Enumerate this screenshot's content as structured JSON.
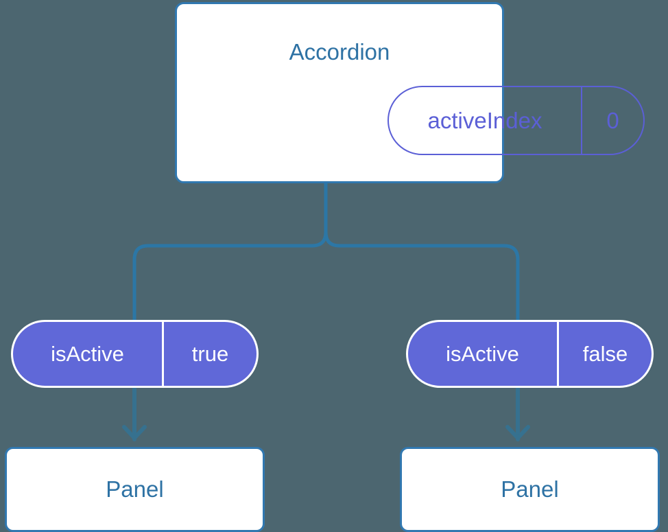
{
  "diagram": {
    "type": "component-state-tree",
    "background_color": "#4c6670",
    "accent_blue": "#3178b0",
    "title_blue": "#2e72a4",
    "state_purple": "#6068d8",
    "state_purple_outline": "#5b5fd6",
    "connector_color": "#2c77a6"
  },
  "root": {
    "title": "Accordion",
    "state": {
      "key": "activeIndex",
      "value": "0"
    }
  },
  "branches": [
    {
      "state": {
        "key": "isActive",
        "value": "true"
      },
      "child": {
        "title": "Panel"
      }
    },
    {
      "state": {
        "key": "isActive",
        "value": "false"
      },
      "child": {
        "title": "Panel"
      }
    }
  ]
}
